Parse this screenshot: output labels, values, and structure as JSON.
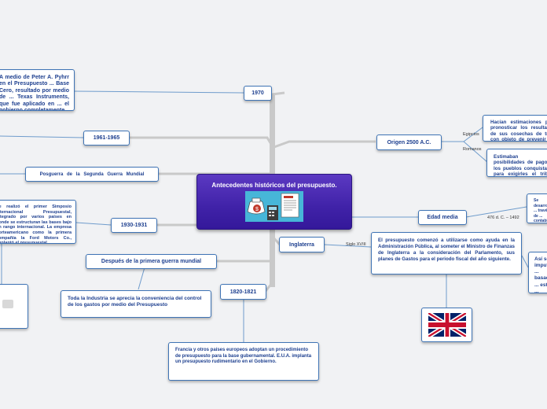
{
  "root": {
    "title": "Antecedentes históricos del presupuesto."
  },
  "left": {
    "n1970": "1970",
    "n1970_text": "A medio de Peter A. Pyhrr en el Presupuesto ... Base Cero, resultado por medio de ... Texas Instruments, que fue aplicado en ... el gobierno completamente.",
    "n1961": "1961-1965",
    "posguerra": "Posguerra de la Segunda Guerra Mundial",
    "n1930": "1930-1931",
    "n1930_text": "Se realizó el primer Simposio Internacional Presupuestal, integrado por varios países en donde se estructuran las bases bajo un rango internacional. La empresa norteamericano como la primera compañía la Ford Motors Co., implantó el presupuestal.",
    "primera_guerra": "Después de la primera guerra mundial",
    "primera_guerra_text": "Toda la Industria se aprecia la conveniencia del control de los gastos por medio del Presupuesto",
    "n1820": "1820-1821",
    "n1820_text": "Francia y otros países europeos adoptan un procedimiento de presupuesto para la base gubernamental. E.U.A. implanta un presupuesto rudimentario en el Gobierno."
  },
  "right": {
    "origen": "Origen 2500 A.C.",
    "egipcios_label": "Egipcios",
    "egipcios_text": "Hacían estimaciones para pronosticar los resultados de sus cosechas de trigo con objeto de prevenir los años de escasez.",
    "romanos_label": "Romanos",
    "romanos_text": "Estimaban las posibilidades de pago de los pueblos conquistados para exigirles el tributo correspondiente.",
    "edad_media": "Edad media",
    "edad_media_range": "476 d. C. – 1492",
    "edad_media_text": "Se desarrollaron ... través de ... contabilidad ... agresivo.",
    "inglaterra": "Inglaterra",
    "siglo_label": "Siglo XVIII",
    "inglaterra_text": "El presupuesto comenzó a utilizarse como ayuda en la Administración Pública, al someter el Ministro de Finanzas de Inglaterra a la consideración del Parlamento, sus planes de Gastos para el periodo fiscal del año siguiente.",
    "asi_text": "Así se ... imputados ... basados ... estos ... guerra."
  },
  "colors": {
    "node_border": "#3f74b5",
    "node_text": "#1d3f8f",
    "root_fill": "#4022a8",
    "link": "#6f9ccc",
    "trunk": "#c9c9c9"
  }
}
